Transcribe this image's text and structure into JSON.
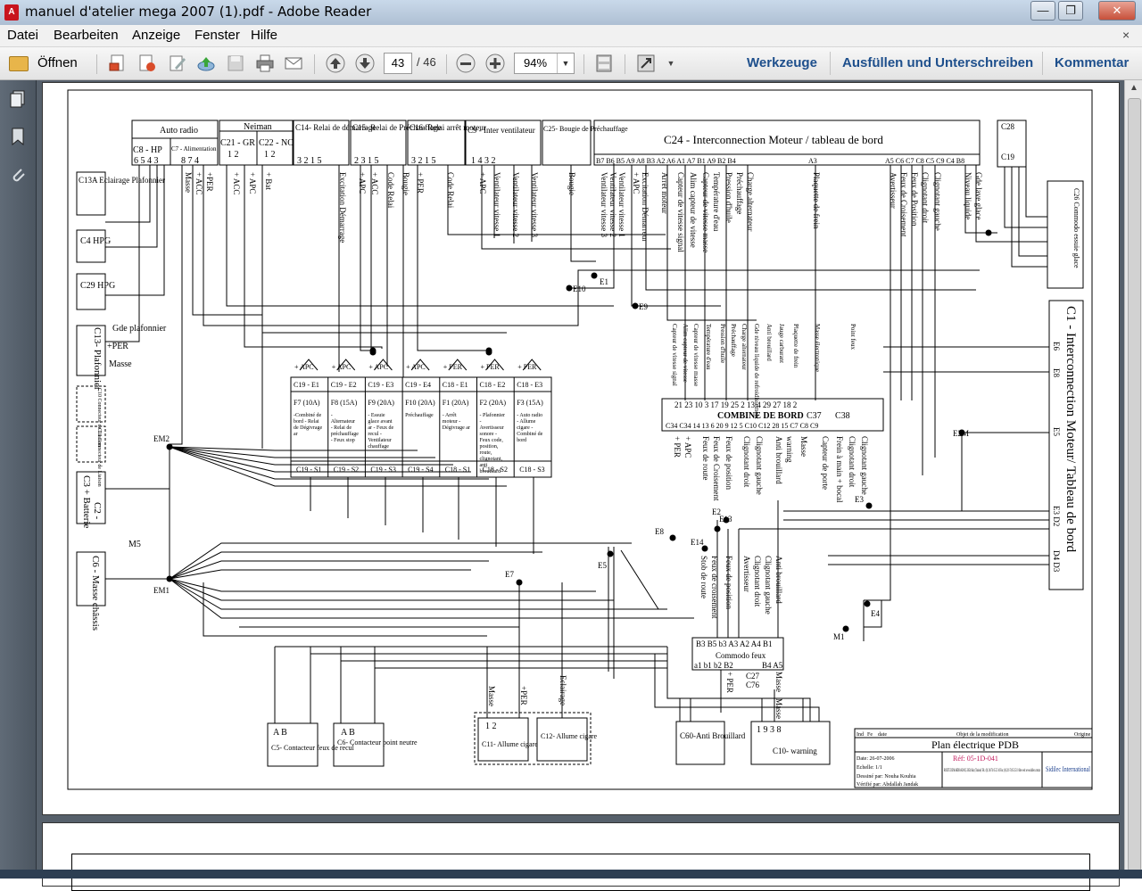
{
  "window": {
    "title": "manuel d'atelier mega 2007 (1).pdf - Adobe Reader",
    "min_glyph": "—",
    "max_glyph": "❐",
    "close_glyph": "✕"
  },
  "menu": {
    "items": [
      "Datei",
      "Bearbeiten",
      "Anzeige",
      "Fenster",
      "Hilfe"
    ],
    "close_glyph": "×"
  },
  "toolbar": {
    "open_label": "Öffnen",
    "page_current": "43",
    "page_total": "/ 46",
    "zoom": "94%",
    "links": [
      "Werkzeuge",
      "Ausfüllen und Unterschreiben",
      "Kommentar"
    ]
  },
  "diagram": {
    "headers": {
      "autoradio": "Auto radio",
      "c8": "C8 - HP",
      "c7": "C7 - Alimentation",
      "neiman": "Neiman",
      "c21": "C21 - GR",
      "c22": "C22 - NO",
      "c14": "C14- Relai de démarrage",
      "c15": "C15- Relai de Préchauffage",
      "c16": "C16- Relai arrêt moteur",
      "c9": "C9 - Inter ventilateur",
      "c25": "C25- Bougie de Préchauffage",
      "c24": "C24 - Interconnection Moteur / tableau de bord",
      "c28": "C28",
      "c19": "C19",
      "c26": "C26 Commodo essuie glace"
    },
    "pins": {
      "c8": "6 5 4 3",
      "c7": "8 7 4",
      "c21": "1 2",
      "c22": "1 2",
      "c14": "3 2 1 5",
      "c15": "2 3 1 5",
      "c16": "3 2 1 5",
      "c9": "1 4 3 2",
      "c24_left": "B7 B6 B5 A9 A8 B3 A2 A6 A1 A7 B1 A9 B2 B4",
      "c24_a3": "A3",
      "c24_right": "A5 C6 C7 C8 C5 C9 C4 B8"
    },
    "c24_wires_left": [
      "Ventilateur vitesse 3",
      "Ventilateur vitesse 2",
      "Ventilateur vitesse 1",
      "+ APC",
      "Excitation Démarreur",
      "Arrêt moteur",
      "Capteur de vitesse signal",
      "Alim capteur de vitesse",
      "Capteur de vitesse masse",
      "Température d'eau",
      "Pression d'huile",
      "Préchauffage",
      "Charge alternateur"
    ],
    "c24_wires_right": [
      "Plaquette de frein",
      "Avertisseur",
      "Feux de Croisement",
      "Feux de Position",
      "Clignotant droit",
      "Clignotant gauche",
      "Niveau liquide",
      "Gde lave glace"
    ],
    "left_wires": {
      "c7": [
        "Masse",
        "+ ACC",
        "+PER"
      ],
      "c21": [
        "+ ACC",
        "+ APC"
      ],
      "c22": [
        "+ Bat"
      ],
      "c14": [
        "Excitation Démarrage"
      ],
      "c15": [
        "+ APC",
        "+ ACC",
        "Code Relai"
      ],
      "c16": [
        "Bougie",
        "+ PER",
        "Code Relai"
      ],
      "c9": [
        "+ APC",
        "Ventilateur vitesse 1",
        "Ventilateur vitesse 2",
        "Ventilateur vitesse 3"
      ],
      "c25": [
        "Bougie"
      ]
    },
    "left_connectors": [
      "C13A Eclairage Plafonnier",
      "C4 HPG",
      "C29 HPG",
      "C13- Plafonnier",
      "C3 + Batterie",
      "C2 -",
      "C6 - Masse châssis"
    ],
    "small_labels": {
      "gde_plafonnier": "Gde plafonnier",
      "per": "+PER",
      "masse": "Masse",
      "c10_conn": "C10 Connecteur de Liaison",
      "c11_conn": "C11 Connecteur de Liaison",
      "m5": "M5"
    },
    "nodes": [
      "EM2",
      "EM1",
      "E10",
      "E1",
      "E9",
      "E5",
      "E8",
      "E7",
      "E14",
      "E13",
      "E2",
      "E3",
      "E4",
      "M1",
      "E2M"
    ],
    "fuse_top": [
      "+ APC",
      "+ APC",
      "+ APC",
      "+ APC",
      "+ PER",
      "+ PER",
      "+ PER"
    ],
    "fuse_codes": [
      "C19 - E1",
      "C19 - E2",
      "C19 - E3",
      "C19 - E4",
      "C18 - E1",
      "C18 - E2",
      "C18 - E3"
    ],
    "fuses": [
      {
        "rating": "F7 (10A)",
        "desc": "-Combiné de bord - Relai de Dégivrage ar"
      },
      {
        "rating": "F8 (15A)",
        "desc": "- Alternateur - Relai de préchauffage - Feux stop"
      },
      {
        "rating": "F9 (20A)",
        "desc": "- Essuie glace avant ar - Feux de recul - Ventilateur chauffage"
      },
      {
        "rating": "F10 (20A)",
        "desc": "Préchauffage"
      },
      {
        "rating": "F1 (20A)",
        "desc": "- Arrêt moteur - Dégivrage ar"
      },
      {
        "rating": "F2 (20A)",
        "desc": "- Plafonnier - Avertisseur sonore - Feux code, position, route, clignotant, anti brouillard"
      },
      {
        "rating": "F3 (15A)",
        "desc": "- Auto radio - Allume cigare - Combiné de bord"
      }
    ],
    "fuse_bottom": [
      "C19 - S1",
      "C19 - S2",
      "C19 - S3",
      "C19 - S4",
      "C18 - S1",
      "C18 - S2",
      "C18 - S3"
    ],
    "combine_labels": [
      "Capteur de vitesse signal",
      "Alim capteur de vitesse",
      "Capteur de vitesse masse",
      "Température d'eau",
      "Pression d'huile",
      "Préchauffage",
      "Charge alternateur",
      "Gde niveau liquide de refroidissement",
      "Anti brouillard",
      "Jauge carburant",
      "Plaquette de frein",
      "Masse électronique",
      "Point feux"
    ],
    "combine": {
      "pins_top": "21 23 10 3 17 19 25 2 13 4 29 27 18 2",
      "title": "COMBINE DE BORD",
      "c37": "C37",
      "c38": "C38",
      "pins_bottom": "C34 C34 14 13 6 20 9 12 5 C10 C12 28 15 C7 C8 C9"
    },
    "combine_bottom_wires": [
      "+ PER",
      "+ APC",
      "Feux de route",
      "Feux de Croisement",
      "Feux de position",
      "Clignotant droit",
      "Clignotant gauche",
      "Anti brouillard",
      "warning",
      "Masse",
      "Capteur de porte",
      "Frein à main + bocal",
      "Clignotant droit",
      "Clignotant gauche"
    ],
    "c1": {
      "title": "C1 - Interconnection Moteur/ Tableau de bord",
      "pins": [
        "E6",
        "E8",
        "E5",
        "E3 D2",
        "D4 D3"
      ]
    },
    "commodo": {
      "top_pins": "B3 B5 b3 A3 A2 A4 B1",
      "label": "Commodo feux",
      "bottom_pins": "a1 b1 b2 B2",
      "b4a5": "B4 A5",
      "c27": "C27",
      "c76": "C76",
      "wires": [
        "Stob de route",
        "Feux de croisement",
        "Feux de position",
        "Avertisseur",
        "Clignotant droit",
        "Clignotant gauche",
        "Anti brouillard"
      ],
      "lower_wires": [
        "+ PER",
        "Masse"
      ]
    },
    "bottom_connectors": {
      "c5": {
        "pins": "A B",
        "label": "C5- Contacteur feux de recul"
      },
      "c6": {
        "pins": "A B",
        "label": "C6- Contacteur point neutre"
      },
      "c11": {
        "pins": "1 2",
        "label": "C11- Allume cigare"
      },
      "c12": {
        "label": "C12- Allume cigare"
      },
      "c60": {
        "label": "C60-Anti Brouillard"
      },
      "c10": {
        "pins": "1 9 3 8",
        "label": "C10- warning"
      }
    },
    "bottom_wire_labels": [
      "Masse",
      "+PER",
      "Eclairage",
      "Masse"
    ],
    "titleblock": {
      "header": [
        "Ind",
        "Fe",
        "date",
        "Objet de la modification",
        "Origine"
      ],
      "title": "Plan électrique PDB",
      "ref": "Réf: 05-1D-041",
      "date": "Date: 26-07-2006",
      "scale": "Echelle: 1/1",
      "drawn": "Dessiné par: Nouha Kouhia",
      "checked": "Vérifié par: Abdallah Jandak",
      "address": "ROUTE DE MAHDIA KM 0,5 3054 Sfax (Tunisie) Tél.: (0) 216 74 65 25 10 Fax: (0) 216 74 65 25 10 Site web: www.sidilec.com.tn",
      "company": "Sidilec International"
    }
  }
}
